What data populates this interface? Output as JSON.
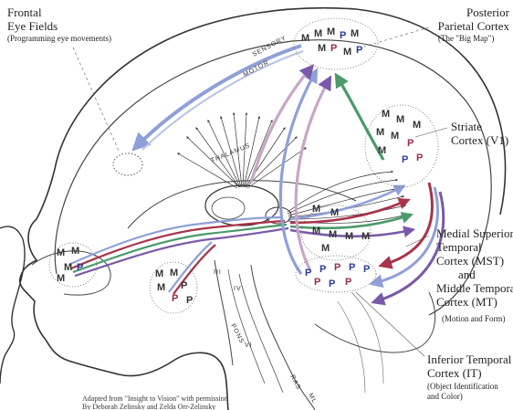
{
  "labels": {
    "frontal_title": "Frontal",
    "frontal_title2": "Eye Fields",
    "frontal_sub": "(Programming eye movements)",
    "ppc_title": "Posterior",
    "ppc_title2": "Parietal Cortex",
    "ppc_sub": "(The \"Big Map\")",
    "striate_title": "Striate",
    "striate_title2": "Cortex (V1)",
    "mst_line1": "Medial Superior",
    "mst_line2": "Temporal",
    "mst_line3": "Cortex (MST)",
    "mst_line4": "and",
    "mst_line5": "Middle Temporal",
    "mst_line6": "Cortex (MT)",
    "mst_sub": "(Motion and Form)",
    "it_line1": "Inferior Temporal",
    "it_line2": "Cortex (IT)",
    "it_sub1": "(Object Identification",
    "it_sub2": "and Color)"
  },
  "credit": {
    "line1": "Adapted from \"Insight to Vision\" with permission",
    "line2": "By Deborah Zelinsky and Zelda Orr-Zelinsky"
  },
  "inline_text": {
    "sensory": "SENSORY",
    "motor": "MOTOR",
    "thalamus": "THALAMUS",
    "pons": "PONS",
    "ras": "RAS",
    "ml": "ML",
    "roman_3": "III",
    "roman_4": "IV",
    "roman_6": "VI"
  },
  "cell_letters": {
    "magno": "M",
    "parvo": "P"
  },
  "colors": {
    "ink": "#333333",
    "pathway_blue": "#8fa0d8",
    "pathway_red": "#a8334a",
    "pathway_green": "#4a9a6a",
    "pathway_purple": "#7a5aa8",
    "parvo_blue": "#2a3a9a",
    "parvo_red": "#9a2a4a"
  }
}
